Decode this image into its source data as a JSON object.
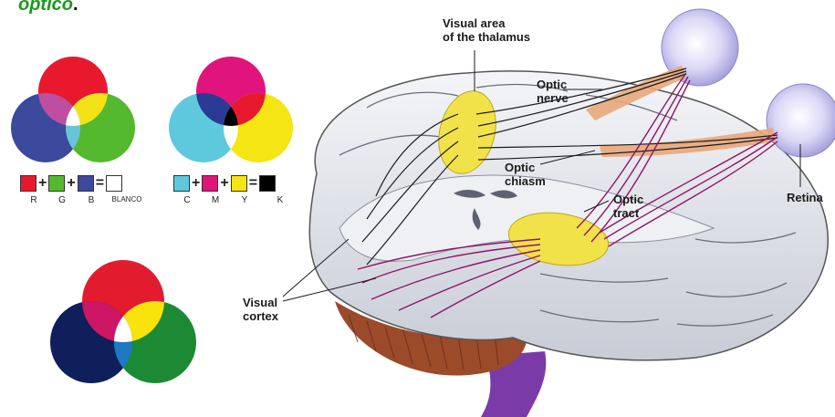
{
  "heading": {
    "text": "óptico",
    "tail": "."
  },
  "rgb": {
    "swatches": [
      {
        "letter": "R",
        "color": "#e8192c"
      },
      {
        "letter": "G",
        "color": "#55b92f"
      },
      {
        "letter": "B",
        "color": "#3b4a9c"
      }
    ],
    "result": {
      "label": "BLANCO",
      "color": "#ffffff"
    },
    "operators": {
      "plus": "+",
      "equals": "="
    }
  },
  "cmy": {
    "swatches": [
      {
        "letter": "C",
        "color": "#5ec9dc"
      },
      {
        "letter": "M",
        "color": "#e0147c"
      },
      {
        "letter": "Y",
        "color": "#f5e512"
      }
    ],
    "result": {
      "label": "K",
      "color": "#000000"
    }
  },
  "brain": {
    "labels": {
      "thalamus_line1": "Visual area",
      "thalamus_line2": "of the thalamus",
      "optic_nerve_line1": "Optic",
      "optic_nerve_line2": "nerve",
      "chiasm_line1": "Optic",
      "chiasm_line2": "chiasm",
      "tract_line1": "Optic",
      "tract_line2": "tract",
      "retina": "Retina",
      "cortex_line1": "Visual",
      "cortex_line2": "cortex"
    },
    "colors": {
      "pathway": "#8e1466",
      "nucleus": "#f2e24a",
      "brain_tissue": "#dfe3ec",
      "cerebellum": "#9b4a2a",
      "brainstem": "#7a3aa8",
      "eyeball": "#c9c6ef"
    }
  }
}
